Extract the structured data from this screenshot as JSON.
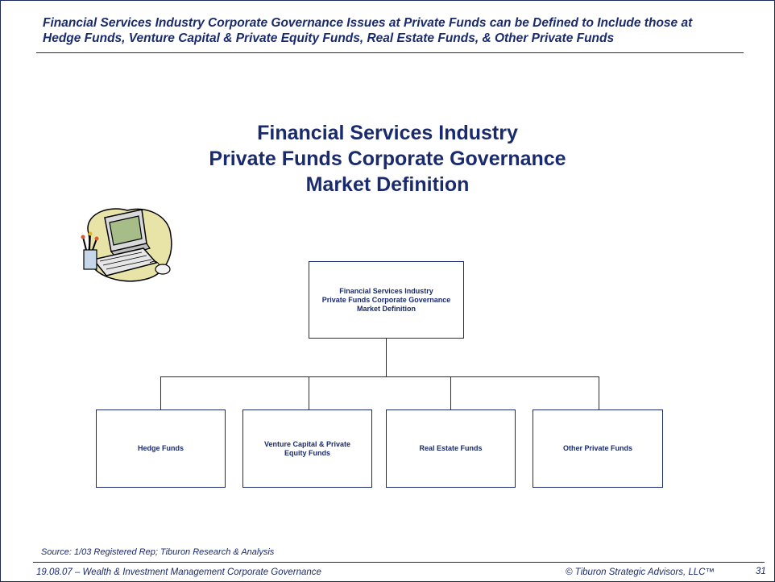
{
  "header": {
    "title_line1": "Financial Services Industry Corporate Governance Issues at Private Funds can be Defined to Include those at",
    "title_line2": "Hedge Funds, Venture Capital & Private Equity Funds, Real Estate Funds, & Other Private Funds"
  },
  "main_title": {
    "line1": "Financial Services Industry",
    "line2": "Private Funds Corporate Governance",
    "line3": "Market Definition"
  },
  "org_chart": {
    "root": {
      "line1": "Financial Services Industry",
      "line2": "Private Funds Corporate Governance",
      "line3": "Market  Definition"
    },
    "children": [
      {
        "line1": "Hedge Funds",
        "line2": ""
      },
      {
        "line1": "Venture Capital & Private",
        "line2": "Equity Funds"
      },
      {
        "line1": "Real Estate  Funds",
        "line2": ""
      },
      {
        "line1": "Other Private Funds",
        "line2": ""
      }
    ]
  },
  "source": "Source:  1/03 Registered Rep; Tiburon Research & Analysis",
  "footer": {
    "left": "19.08.07 – Wealth & Investment Management  Corporate  Governance",
    "right": "© Tiburon Strategic Advisors, LLC™",
    "page": "31"
  },
  "icons": {
    "clipart": "computer-clipart-icon"
  },
  "colors": {
    "text": "#1a2b6d",
    "border": "#1a2b6d",
    "background": "#ffffff"
  }
}
